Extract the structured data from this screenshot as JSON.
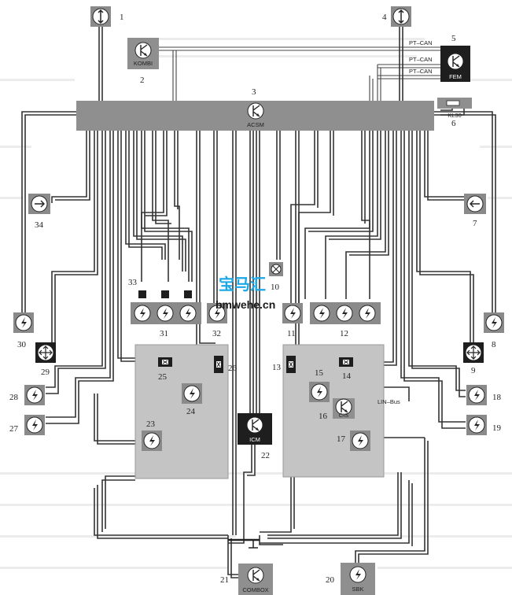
{
  "diagram": {
    "labels": {
      "n1": "1",
      "n2": "2",
      "n3": "3",
      "n4": "4",
      "n5": "5",
      "n6": "6",
      "n7": "7",
      "n8": "8",
      "n9": "9",
      "n10": "10",
      "n11": "11",
      "n12": "12",
      "n13": "13",
      "n14": "14",
      "n15": "15",
      "n16": "16",
      "n17": "17",
      "n18": "18",
      "n19": "19",
      "n20": "20",
      "n21": "21",
      "n22": "22",
      "n23": "23",
      "n24": "24",
      "n25": "25",
      "n26": "26",
      "n27": "27",
      "n28": "28",
      "n29": "29",
      "n30": "30",
      "n31": "31",
      "n32": "32",
      "n33": "33",
      "n34": "34"
    },
    "modules": {
      "kombi": "KOMBI",
      "acsm": "ACSM",
      "fem": "FEM",
      "kl30": "KL30",
      "icm": "ICM",
      "cis": "CIS",
      "combox": "COMBOX",
      "sbk": "SBK"
    },
    "bus": {
      "ptcan1": "PT–CAN",
      "ptcan2": "PT–CAN",
      "ptcan3": "PT–CAN",
      "linbus": "LIN–Bus"
    },
    "watermark": {
      "cn": "宝马汇",
      "url": "bmwehe.cn"
    },
    "colors": {
      "module_gray": "#8f8f8f",
      "module_dark": "#1e1e1e",
      "box_light": "#c4c4c4",
      "wire": "#333333"
    }
  }
}
